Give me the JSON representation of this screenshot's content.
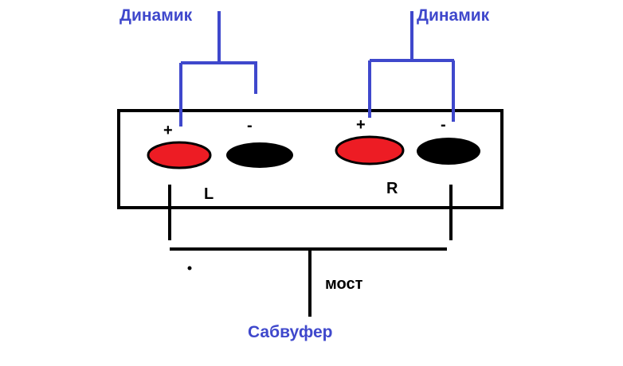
{
  "colors": {
    "wire_blue": "#3f48cc",
    "wire_black": "#000000",
    "terminal_red": "#ed1c24",
    "terminal_black": "#000000",
    "label_blue": "#3f48cc",
    "label_black": "#000000"
  },
  "speakers": [
    {
      "label": "Динамик"
    },
    {
      "label": "Динамик"
    }
  ],
  "terminals": {
    "plus": "+",
    "minus": "-"
  },
  "channels": {
    "left": "L",
    "right": "R"
  },
  "bridge_label": "мост",
  "subwoofer_label": "Сабвуфер"
}
